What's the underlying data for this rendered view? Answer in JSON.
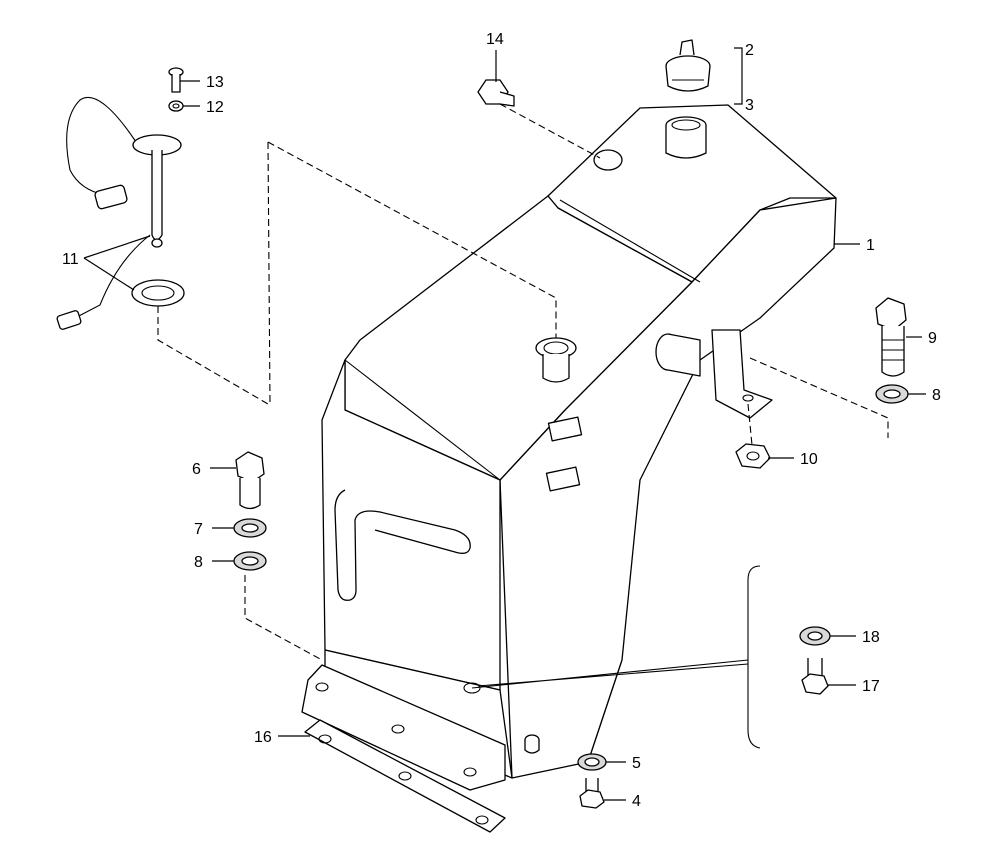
{
  "diagram": {
    "callouts": [
      "1",
      "2",
      "3",
      "4",
      "5",
      "6",
      "7",
      "8",
      "8",
      "9",
      "10",
      "11",
      "12",
      "13",
      "14",
      "16",
      "17",
      "18"
    ]
  }
}
